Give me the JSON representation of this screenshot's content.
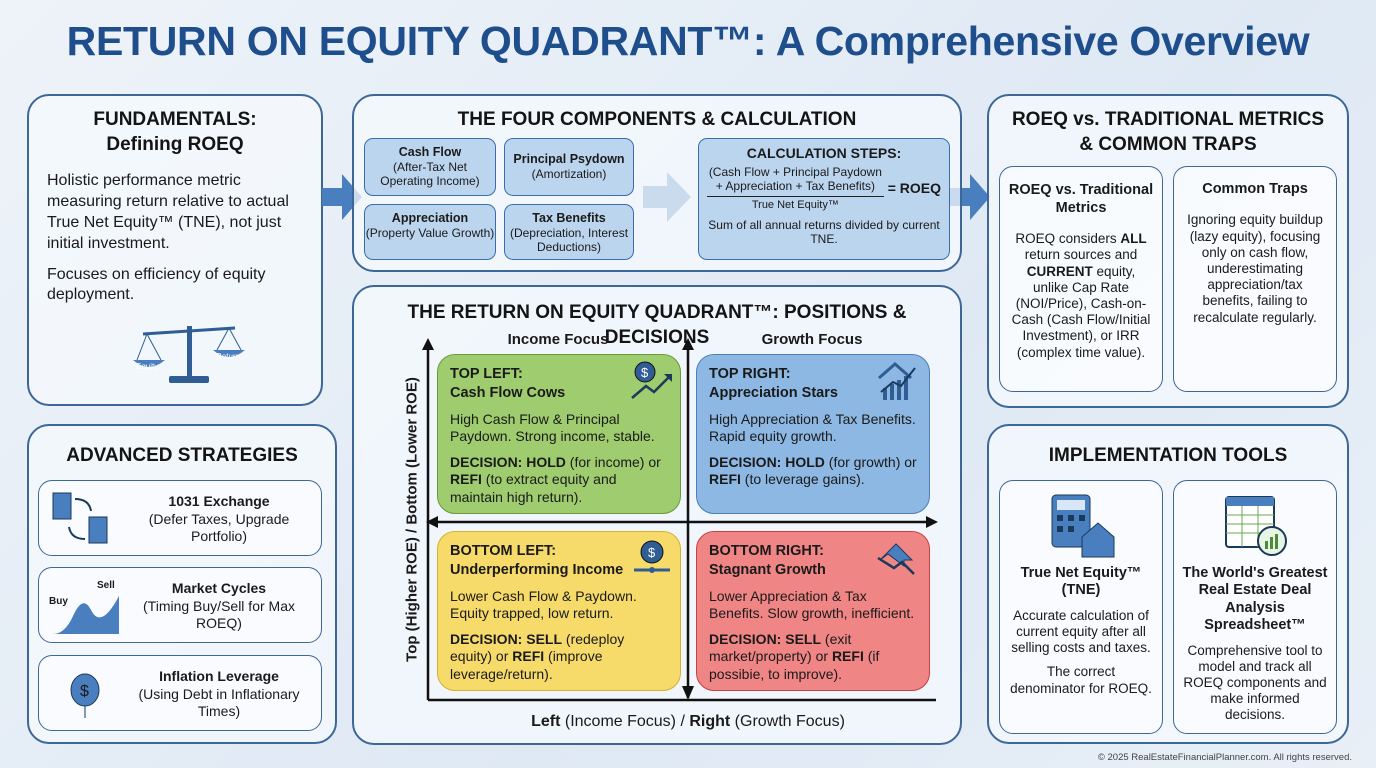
{
  "title": "RETURN ON EQUITY QUADRANT™: A Comprehensive Overview",
  "fundamentals": {
    "heading1": "FUNDAMENTALS:",
    "heading2": "Defining ROEQ",
    "p1": "Holistic performance metric measuring return relative to actual True Net Equity™ (TNE), not just initial investment.",
    "p2": "Focuses on efficiency of equity deployment.",
    "scale_left": "Equity",
    "scale_right": "Return"
  },
  "components": {
    "heading": "THE FOUR COMPONENTS & CALCULATION",
    "items": [
      {
        "title": "Cash Flow",
        "desc": "(After-Tax Net Operating Income)"
      },
      {
        "title": "Principal Psydown",
        "desc": "(Amortization)"
      },
      {
        "title": "Appreciation",
        "desc": "(Property Value Growth)"
      },
      {
        "title": "Tax Benefits",
        "desc": "(Depreciation, Interest Deductions)"
      }
    ],
    "calc": {
      "heading": "CALCULATION STEPS:",
      "numerator": "(Cash Flow + Principal Paydown + Appreciation + Tax Benefits)",
      "denominator": "True Net Equity™",
      "result": "= ROEQ",
      "note": "Sum of all annual returns divided by current TNE."
    }
  },
  "quadrant": {
    "heading": "THE RETURN ON EQUITY QUADRANT™: POSITIONS & DECISIONS",
    "col_left": "Income Focus",
    "col_right": "Growth Focus",
    "y_label": "Top (Higher ROE) / Bottom (Lower ROE)",
    "x_label_b1": "Left",
    "x_label_n1": " (Income Focus) / ",
    "x_label_b2": "Right",
    "x_label_n2": " (Growth Focus)",
    "tl": {
      "t1": "TOP LEFT:",
      "t2": "Cash Flow Cows",
      "desc": "High Cash Flow & Principal Paydown. Strong income, stable.",
      "d1": "DECISION: HOLD",
      "d2": " (for income) or ",
      "d3": "REFI",
      "d4": " (to extract equity and maintain high return)."
    },
    "tr": {
      "t1": "TOP RIGHT:",
      "t2": "Appreciation Stars",
      "desc": "High Appreciation & Tax Benefits. Rapid equity growth.",
      "d1": "DECISION: HOLD",
      "d2": " (for growth) or ",
      "d3": "REFI",
      "d4": " (to leverage gains)."
    },
    "bl": {
      "t1": "BOTTOM LEFT:",
      "t2": "Underperforming Income",
      "desc": "Lower Cash Flow & Paydown. Equity trapped, low return.",
      "d1": "DECISION: SELL",
      "d2": " (redeploy equity) or ",
      "d3": "REFI",
      "d4": " (improve leverage/return)."
    },
    "br": {
      "t1": "BOTTOM RIGHT:",
      "t2": "Stagnant Growth",
      "desc": "Lower Appreciation & Tax Benefits. Slow growth, inefficient.",
      "d1": "DECISION: SELL",
      "d2": " (exit market/property) or ",
      "d3": "REFI",
      "d4": " (if possibie, to improve)."
    }
  },
  "traditional": {
    "heading1": "ROEQ vs. TRADITIONAL METRICS",
    "heading2": "& COMMON TRAPS",
    "vs": {
      "title": "ROEQ vs. Traditional Metrics",
      "a": "ROEQ considers ",
      "b": "ALL",
      "c": " return sources and ",
      "d": "CURRENT",
      "e": " equity, unlike Cap Rate (NOI/Price), Cash-on-Cash (Cash Flow/Initial Investment), or IRR (complex time value)."
    },
    "traps": {
      "title": "Common Traps",
      "text": "Ignoring equity buildup (lazy equity), focusing only on cash flow, underestimating appreciation/tax benefits, failing to recalculate regularly."
    }
  },
  "advanced": {
    "heading": "ADVANCED STRATEGIES",
    "items": [
      {
        "title": "1031 Exchange",
        "desc": "(Defer Taxes, Upgrade Portfolio)"
      },
      {
        "title": "Market Cycles",
        "desc": "(Timing Buy/Sell for Max ROEQ)",
        "buy": "Buy",
        "sell": "Sell"
      },
      {
        "title": "Inflation Leverage",
        "desc": "(Using Debt in Inflationary Times)"
      }
    ]
  },
  "tools": {
    "heading": "IMPLEMENTATION TOOLS",
    "items": [
      {
        "title": "True Net Equity™ (TNE)",
        "desc": "Accurate calculation of current equity after all selling costs and taxes.",
        "desc2": "The correct denominator for ROEQ."
      },
      {
        "title": "The World's Greatest Real Estate Deal Analysis Spreadsheet™",
        "desc": "Comprehensive tool to model and track all ROEQ components and make informed decisions."
      }
    ]
  },
  "footer": "© 2025 RealEstateFinancialPlanner.com. All rights reserved.",
  "colors": {
    "title": "#1f4e8c",
    "green": "#9fcc6e",
    "blue": "#8db8e3",
    "yellow": "#f7db6a",
    "red": "#f08585"
  }
}
